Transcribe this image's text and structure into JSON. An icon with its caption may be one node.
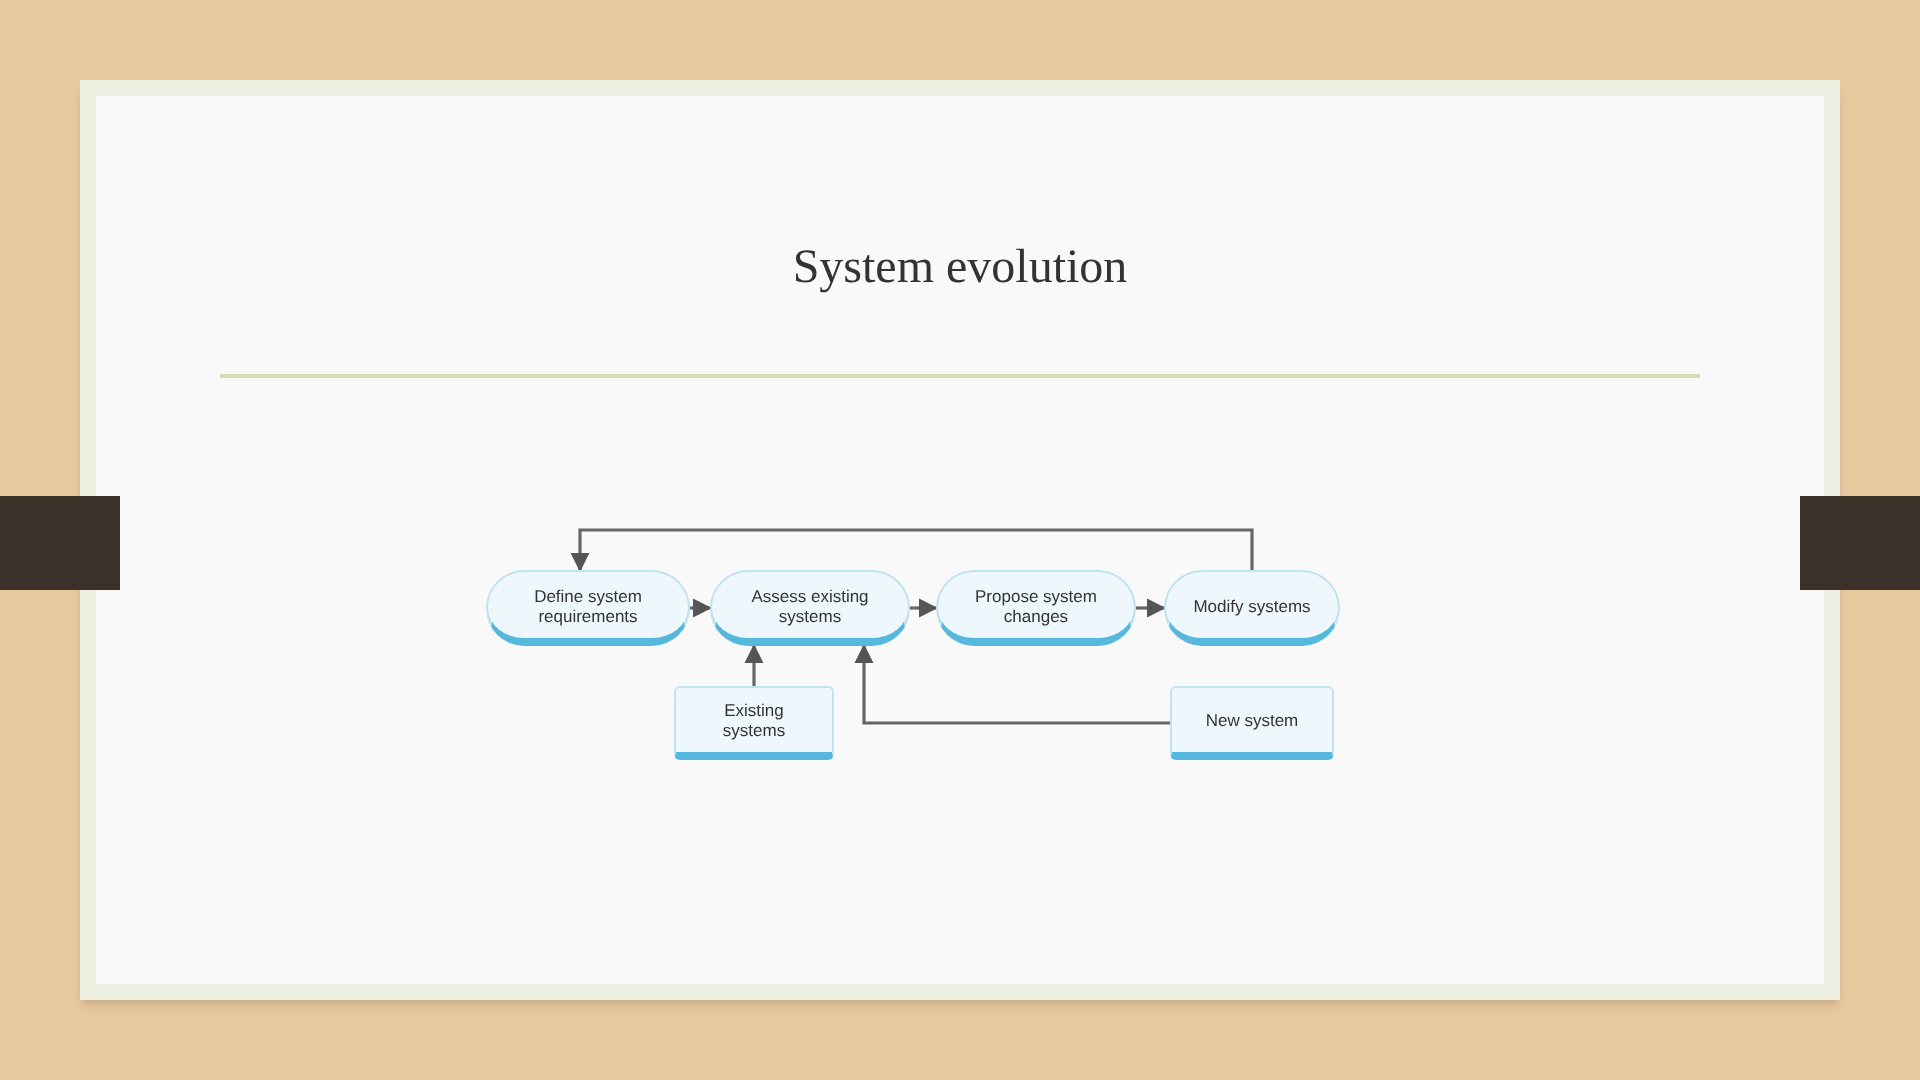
{
  "diagram": {
    "title": "System evolution",
    "nodes": [
      {
        "text": [
          "Define system requirements"
        ]
      },
      {
        "text": [
          "Assess existing systems"
        ]
      },
      {
        "text": [
          "Propose system changes"
        ]
      },
      {
        "text": [
          "Modify systems"
        ]
      },
      {
        "text": [
          "Existing systems"
        ]
      },
      {
        "text": [
          "New system"
        ]
      }
    ],
    "edges": [
      {
        "from": 0,
        "to": 1,
        "arrow": "to"
      },
      {
        "from": 1,
        "to": 2,
        "arrow": "to"
      },
      {
        "from": 2,
        "to": 3,
        "arrow": "to"
      },
      {
        "from": 3,
        "to": 0,
        "arrow": "to"
      },
      {
        "from": 4,
        "to": 1,
        "arrow": "to"
      },
      {
        "from": 5,
        "to": 1,
        "arrow": "to"
      }
    ]
  }
}
